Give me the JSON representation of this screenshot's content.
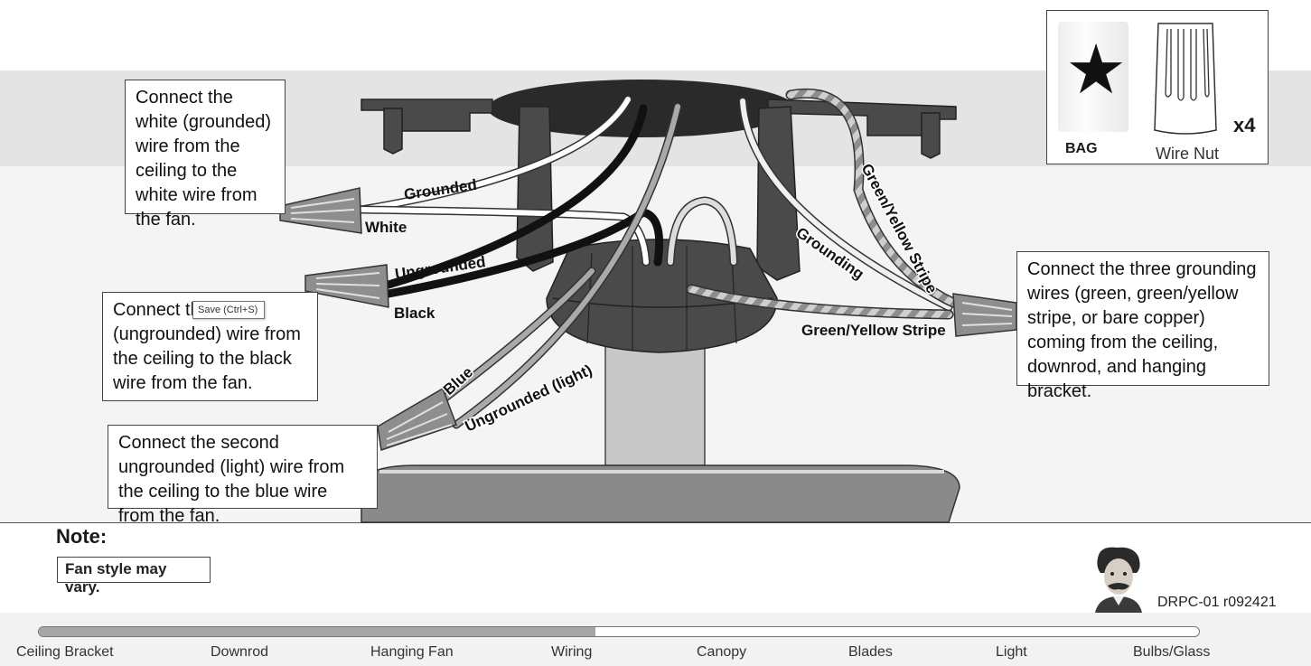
{
  "callouts": {
    "white": "Connect the white (grounded) wire from the ceiling to the white wire from the fan.",
    "black": "Connect the black (ungrounded) wire from the ceiling to the black wire from the fan.",
    "blue": "Connect the second ungrounded (light) wire from the ceiling to the blue wire from the fan.",
    "ground": "Connect the three grounding wires (green, green/yellow stripe, or bare copper) coming from the ceiling, downrod, and hanging bracket."
  },
  "wire_labels": {
    "grounded": "Grounded",
    "white": "White",
    "ungrounded": "Ungrounded",
    "black": "Black",
    "blue": "Blue",
    "ungrounded_light": "Ungrounded (light)",
    "grounding": "Grounding",
    "gy_stripe_top": "Green/Yellow Stripe",
    "gy_stripe_bottom": "Green/Yellow Stripe"
  },
  "parts": {
    "bag_label": "BAG",
    "nut_label": "Wire Nut",
    "quantity": "x4",
    "bag_icon": "star-icon"
  },
  "tooltip": "Save (Ctrl+S)",
  "note": {
    "title": "Note:",
    "text": "Fan style may vary."
  },
  "doc_id": "DRPC-01 r092421",
  "progress": {
    "fraction": 0.48,
    "steps": [
      "Ceiling Bracket",
      "Downrod",
      "Hanging Fan",
      "Wiring",
      "Canopy",
      "Blades",
      "Light",
      "Bulbs/Glass"
    ]
  },
  "colors": {
    "band_top": "#e4e4e4",
    "band_mid": "#f4f4f4",
    "bracket": "#4a4a4a",
    "wire_black": "#111111",
    "wire_gray": "#9a9a9a",
    "progress_fill": "#a6a6a6"
  }
}
